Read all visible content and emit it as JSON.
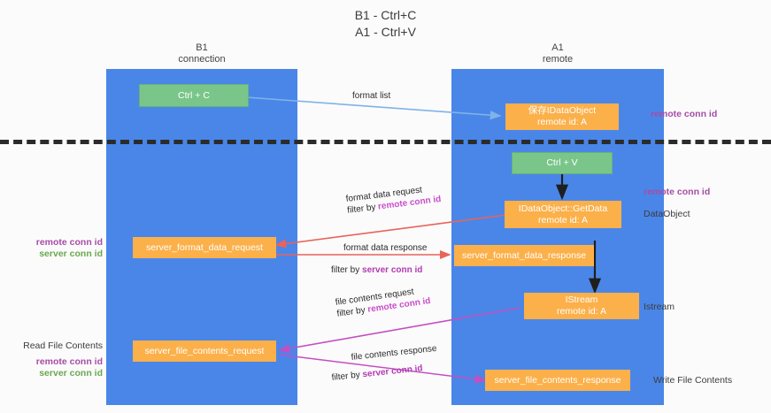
{
  "title": {
    "line1": "B1 - Ctrl+C",
    "line2": "A1 - Ctrl+V"
  },
  "columns": {
    "left": {
      "name": "B1",
      "role": "connection"
    },
    "right": {
      "name": "A1",
      "role": "remote"
    }
  },
  "nodes": {
    "ctrl_c": {
      "line1": "Ctrl + C",
      "line2": ""
    },
    "save_idataobject": {
      "line1": "保存IDataObject",
      "line2": "remote id: A"
    },
    "ctrl_v": {
      "line1": "Ctrl + V",
      "line2": ""
    },
    "getdata": {
      "line1": "IDataObject::GetData",
      "line2": "remote id: A"
    },
    "server_format_data_request": {
      "line1": "server_format_data_request",
      "line2": ""
    },
    "server_format_data_response": {
      "line1": "server_format_data_response",
      "line2": ""
    },
    "istream": {
      "line1": "IStream",
      "line2": "remote id: A"
    },
    "server_file_contents_request": {
      "line1": "server_file_contents_request",
      "line2": ""
    },
    "server_file_contents_response": {
      "line1": "server_file_contents_response",
      "line2": ""
    }
  },
  "edge_labels": {
    "format_list": "format list",
    "format_data_request": "format data request",
    "format_data_request_filter_prefix": "filter by ",
    "format_data_request_filter_key": "remote conn id",
    "format_data_response": "format data response",
    "format_data_response_filter_prefix": "filter by ",
    "format_data_response_filter_key": "server conn id",
    "file_contents_request": "file contents request",
    "file_contents_request_filter_prefix": "filter by ",
    "file_contents_request_filter_key": "remote conn id",
    "file_contents_response": "file contents response",
    "file_contents_response_filter_prefix": "filter by ",
    "file_contents_response_filter_key": "server conn id"
  },
  "annotations": {
    "right_top_conn": "remote conn id",
    "right_getdata_conn": "remote conn id",
    "right_dataobject": "DataObject",
    "right_istream": "Istream",
    "right_write_file_contents": "Write File Contents",
    "left_format_remote": "remote conn id",
    "left_format_server": "server conn id",
    "left_read_file_contents": "Read File Contents",
    "left_file_remote": "remote conn id",
    "left_file_server": "server conn id"
  },
  "colors": {
    "lane": "#4a86e8",
    "node_green": "#7ac68a",
    "node_orange": "#fbb04a",
    "purple": "#a64ca6",
    "green_text": "#6aa84f",
    "arrow_blue": "#7fb3e8",
    "arrow_red": "#e8635a",
    "arrow_magenta": "#c24fc2",
    "arrow_black": "#1f1f1f",
    "divider": "#2b2b2b"
  }
}
